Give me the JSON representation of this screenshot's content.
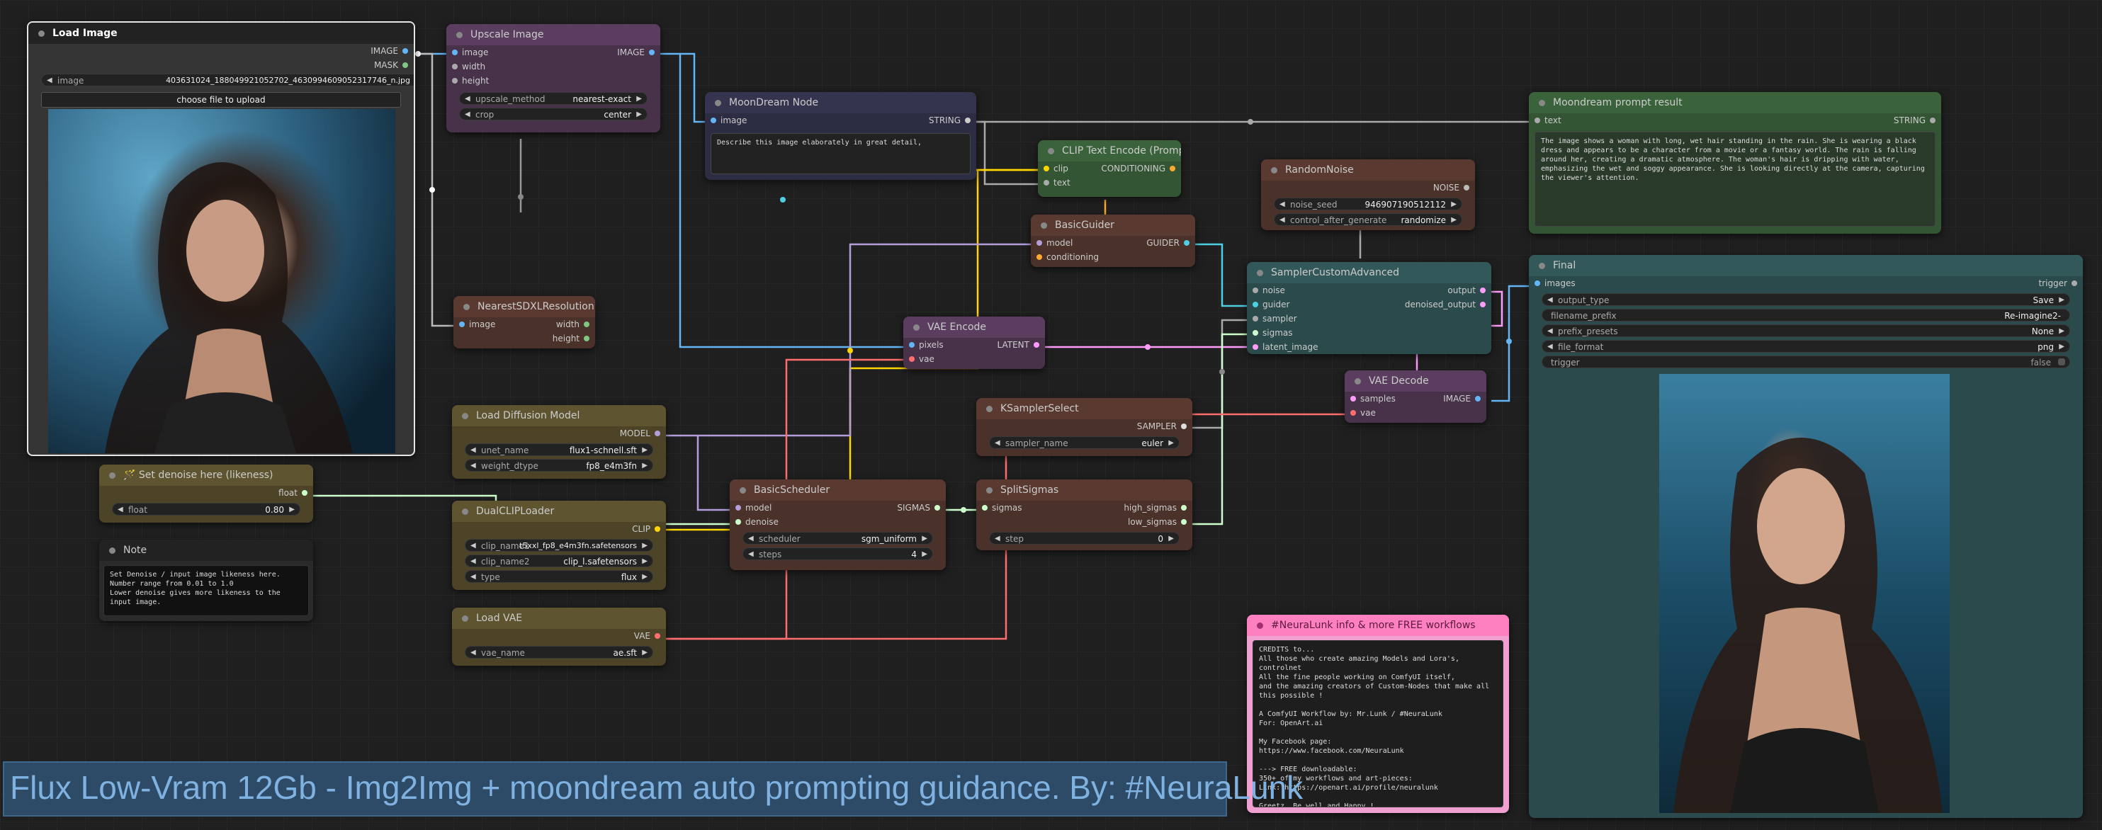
{
  "colors": {
    "canvas": "#1f1f1f",
    "image": "#64b5f6",
    "latent": "#ff9cf9",
    "clip": "#ffd500",
    "vae": "#ff6e6e",
    "model": "#b39ddb",
    "conditioning": "#ffa931",
    "sigmas": "#cdffcd",
    "string": "#aaaaaa"
  },
  "nodes": {
    "load_image": {
      "title": "Load Image",
      "out1": "IMAGE",
      "out2": "MASK",
      "image_label": "image",
      "image_value": "403631024_1880499210527‌02_4630994609052317746_n.jpg",
      "upload_label": "choose file to upload"
    },
    "upscale": {
      "title": "Upscale Image",
      "in1": "image",
      "in2": "width",
      "in3": "height",
      "out1": "IMAGE",
      "w1_label": "upscale_method",
      "w1_value": "nearest-exact",
      "w2_label": "crop",
      "w2_value": "center"
    },
    "nearest_sdxl": {
      "title": "NearestSDXLResolution",
      "in1": "image",
      "out1": "width",
      "out2": "height"
    },
    "moondream": {
      "title": "MoonDream Node",
      "in1": "image",
      "out1": "STRING",
      "prompt": "Describe this image elaborately in great detail,"
    },
    "clip_text": {
      "title": "CLIP Text Encode (Prompt)",
      "in1": "clip",
      "in2": "text",
      "out1": "CONDITIONING"
    },
    "basic_guider": {
      "title": "BasicGuider",
      "in1": "model",
      "in2": "conditioning",
      "out1": "GUIDER"
    },
    "vae_encode": {
      "title": "VAE Encode",
      "in1": "pixels",
      "in2": "vae",
      "out1": "LATENT"
    },
    "random_noise": {
      "title": "RandomNoise",
      "out1": "NOISE",
      "w1_label": "noise_seed",
      "w1_value": "946907190512112",
      "w2_label": "control_after_generate",
      "w2_value": "randomize"
    },
    "sampler_custom": {
      "title": "SamplerCustomAdvanced",
      "in1": "noise",
      "in2": "guider",
      "in3": "sampler",
      "in4": "sigmas",
      "in5": "latent_image",
      "out1": "output",
      "out2": "denoised_output"
    },
    "vae_decode": {
      "title": "VAE Decode",
      "in1": "samples",
      "in2": "vae",
      "out1": "IMAGE"
    },
    "moondream_result": {
      "title": "Moondream prompt result",
      "in1": "text",
      "out1": "STRING",
      "text": "The image shows a woman with long, wet hair standing in the rain. She is wearing a black dress and appears to be a character from a movie or a fantasy world. The rain is falling around her, creating a dramatic atmosphere. The woman's hair is dripping with water, emphasizing the wet and soggy appearance. She is looking directly at the camera, capturing the viewer's attention."
    },
    "final": {
      "title": "Final",
      "in1": "images",
      "out1": "trigger",
      "w1_label": "output_type",
      "w1_value": "Save",
      "w2_label": "filename_prefix",
      "w2_value": "Re-imagine2-",
      "w3_label": "prefix_presets",
      "w3_value": "None",
      "w4_label": "file_format",
      "w4_value": "png",
      "w5_label": "trigger",
      "w5_value": "false"
    },
    "load_diffusion": {
      "title": "Load Diffusion Model",
      "out1": "MODEL",
      "w1_label": "unet_name",
      "w1_value": "flux1-schnell.sft",
      "w2_label": "weight_dtype",
      "w2_value": "fp8_e4m3fn"
    },
    "dual_clip": {
      "title": "DualCLIPLoader",
      "out1": "CLIP",
      "w1_label": "clip_name1",
      "w1_value": "t5xxl_fp8_e4m3fn.safetensors",
      "w2_label": "clip_name2",
      "w2_value": "clip_l.safetensors",
      "w3_label": "type",
      "w3_value": "flux"
    },
    "load_vae": {
      "title": "Load VAE",
      "out1": "VAE",
      "w1_label": "vae_name",
      "w1_value": "ae.sft"
    },
    "basic_scheduler": {
      "title": "BasicScheduler",
      "in1": "model",
      "in2": "denoise",
      "out1": "SIGMAS",
      "w1_label": "scheduler",
      "w1_value": "sgm_uniform",
      "w2_label": "steps",
      "w2_value": "4"
    },
    "ksampler_select": {
      "title": "KSamplerSelect",
      "out1": "SAMPLER",
      "w1_label": "sampler_name",
      "w1_value": "euler"
    },
    "split_sigmas": {
      "title": "SplitSigmas",
      "in1": "sigmas",
      "out1": "high_sigmas",
      "out2": "low_sigmas",
      "w1_label": "step",
      "w1_value": "0"
    },
    "denoise": {
      "title": "🪄 Set denoise here (likeness)",
      "out1": "float",
      "w1_label": "float",
      "w1_value": "0.80"
    },
    "note": {
      "title": "Note",
      "text": "Set Denoise / input image likeness here.\nNumber range from 0.01 to 1.0\nLower denoise gives more likeness to the input image."
    },
    "credits": {
      "title": "#NeuraLunk info & more FREE workflows",
      "text": "CREDITS to...\nAll those who create amazing Models and Lora's, controlnet\nAll the fine people working on ComfyUI itself,\nand the amazing creators of Custom-Nodes that make all this possible !\n\nA ComfyUI Workflow by: Mr.Lunk / #NeuraLunk\nFor: OpenArt.ai\n\nMy Facebook page:\nhttps://www.facebook.com/NeuraLunk\n\n---> FREE downloadable:\n350+ of my workflows and art-pieces:\nLink: https://openart.ai/profile/neuralunk\n\nGreetz, Be well and Happy !\nPeter Lunk aka NeuraLunk"
    }
  },
  "banner": {
    "text": "Flux Low-Vram 12Gb - Img2Img + moondream auto prompting guidance. By: #NeuraLunk"
  }
}
